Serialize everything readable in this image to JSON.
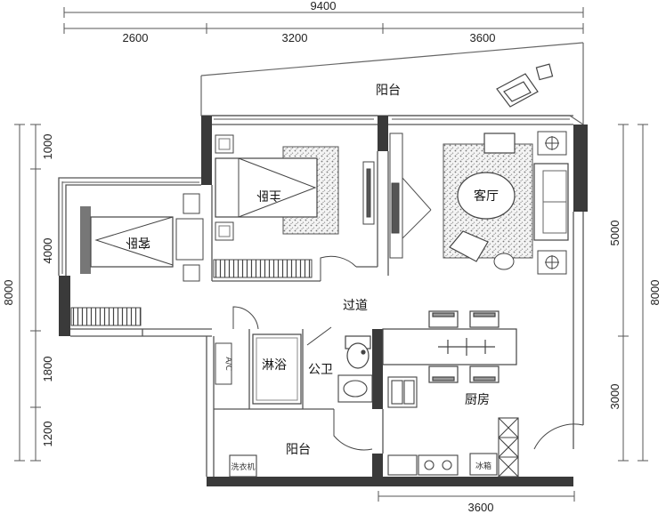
{
  "dimensions": {
    "top_total": "9400",
    "top_segments": [
      "2600",
      "3200",
      "3600"
    ],
    "left_segments": [
      "1000",
      "4000",
      "1800",
      "1200"
    ],
    "left_total": "8000",
    "right_segments": [
      "5000",
      "3000"
    ],
    "right_total": "8000",
    "bottom": "3600"
  },
  "rooms": {
    "balcony_top": "阳台",
    "master_bedroom": "主卧",
    "living_room": "客厅",
    "guest_bedroom": "客卧",
    "corridor": "过道",
    "shower": "淋浴",
    "bathroom": "公卫",
    "kitchen": "厨房",
    "balcony_bottom": "阳台"
  },
  "fixtures": {
    "washer": "洗衣机",
    "fridge": "冰箱",
    "ac": "A/C"
  }
}
